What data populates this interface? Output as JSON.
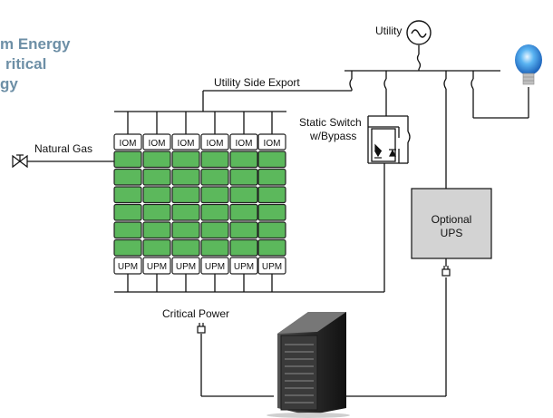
{
  "title": {
    "line1": "m Energy",
    "line2": "ritical",
    "line3": "gy"
  },
  "labels": {
    "utility": "Utility",
    "utility_side_export": "Utility Side Export",
    "static_switch_line1": "Static Switch",
    "static_switch_line2": "w/Bypass",
    "natural_gas": "Natural Gas",
    "optional_ups_line1": "Optional",
    "optional_ups_line2": "UPS",
    "critical_power": "Critical Power"
  },
  "modules": {
    "iom_labels": [
      "IOM",
      "IOM",
      "IOM",
      "IOM",
      "IOM",
      "IOM"
    ],
    "upm_labels": [
      "UPM",
      "UPM",
      "UPM",
      "UPM",
      "UPM",
      "UPM"
    ],
    "green_cells_per_column": 6
  },
  "colors": {
    "title": "#6d8fa6",
    "module_green": "#5cb85c",
    "module_outline": "#222222",
    "ups_box": "#d3d3d3",
    "line": "#111111"
  },
  "icons": {
    "utility": "ac-source-icon",
    "natural_gas": "gas-valve-icon",
    "lamp": "light-bulb-icon",
    "server": "server-rack-icon",
    "plug": "power-plug-icon"
  }
}
